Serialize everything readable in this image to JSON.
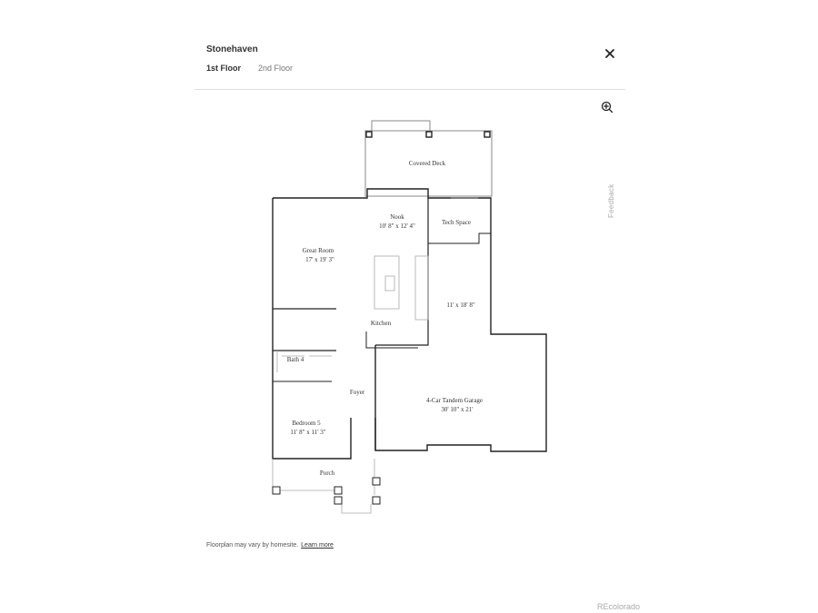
{
  "header": {
    "title": "Stonehaven",
    "tabs": [
      {
        "label": "1st Floor",
        "active": true
      },
      {
        "label": "2nd Floor",
        "active": false
      }
    ],
    "close_icon": "close-icon"
  },
  "toolbar": {
    "zoom_icon": "zoom-in-icon",
    "feedback_label": "Feedback"
  },
  "floorplan": {
    "rooms": {
      "covered_deck": {
        "name": "Covered Deck"
      },
      "nook": {
        "name": "Nook",
        "size": "10' 8\" x 12' 4\""
      },
      "tech_space": {
        "name": "Tech Space"
      },
      "great_room": {
        "name": "Great Room",
        "size": "17' x 19' 3\""
      },
      "kitchen": {
        "name": "Kitchen"
      },
      "garage_bay": {
        "size": "11' x 18' 8\""
      },
      "bath": {
        "name": "Bath 4"
      },
      "foyer": {
        "name": "Foyer"
      },
      "bedroom": {
        "name": "Bedroom 5",
        "size": "11' 8\" x 11' 3\""
      },
      "garage": {
        "name": "4-Car Tandem Garage",
        "size": "30' 10\" x 21'"
      },
      "porch": {
        "name": "Porch"
      }
    }
  },
  "footer": {
    "disclaimer": "Floorplan may vary by homesite.",
    "link_label": "Learn more"
  },
  "watermark": "REcolorado"
}
